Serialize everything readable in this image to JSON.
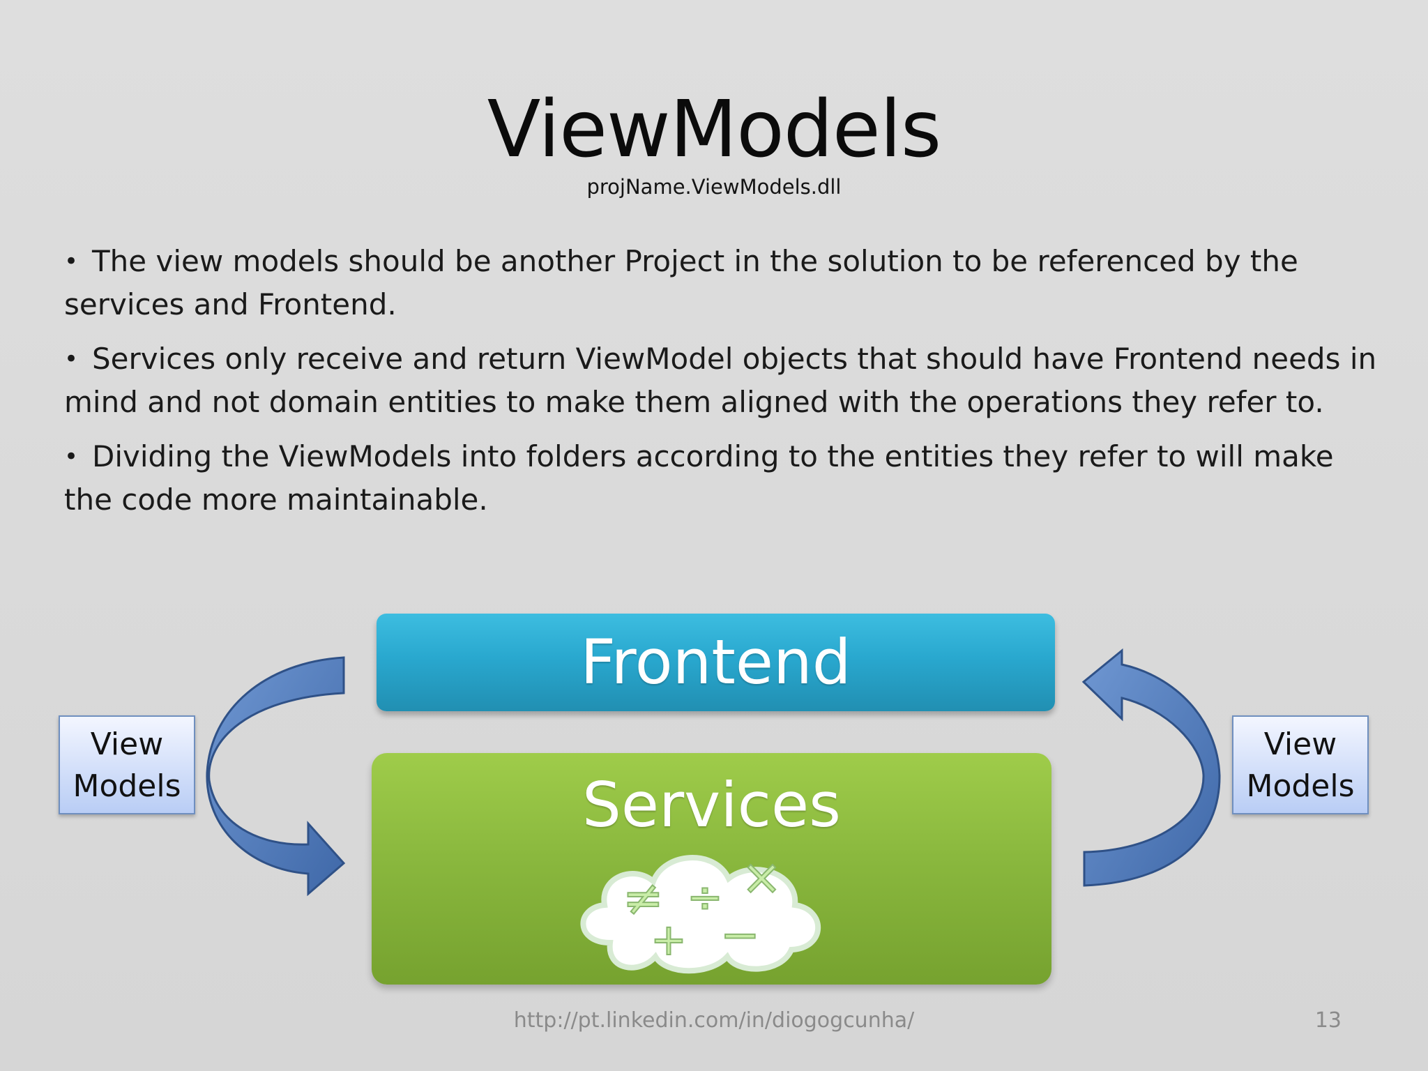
{
  "slide": {
    "title": "ViewModels",
    "subtitle": "projName.ViewModels.dll",
    "bullets": [
      {
        "marker": "•",
        "text": "The view models should be another Project in the solution to be referenced by the services and Frontend."
      },
      {
        "marker": "•",
        "text": "Services only receive and return ViewModel objects that should have Frontend needs in mind and not domain entities to make them aligned with the operations they refer to."
      },
      {
        "marker": "•",
        "text": "Dividing the ViewModels into folders according to the entities they refer to will make the code more maintainable."
      }
    ],
    "footer_url": "http://pt.linkedin.com/in/diogogcunha/",
    "page_number": "13"
  },
  "diagram": {
    "frontend_label": "Frontend",
    "services_label": "Services",
    "left_view_models": {
      "line1": "View",
      "line2": "Models"
    },
    "right_view_models": {
      "line1": "View",
      "line2": "Models"
    },
    "icon_names": {
      "left_arrow": "curved-down-arrow-icon",
      "right_arrow": "curved-up-arrow-icon",
      "services_icon": "math-cloud-icon"
    },
    "colors": {
      "frontend": "#29a8cf",
      "services": "#8ab83e",
      "arrows": "#4a78b8",
      "view_models_box": "#c9d8f7"
    }
  }
}
